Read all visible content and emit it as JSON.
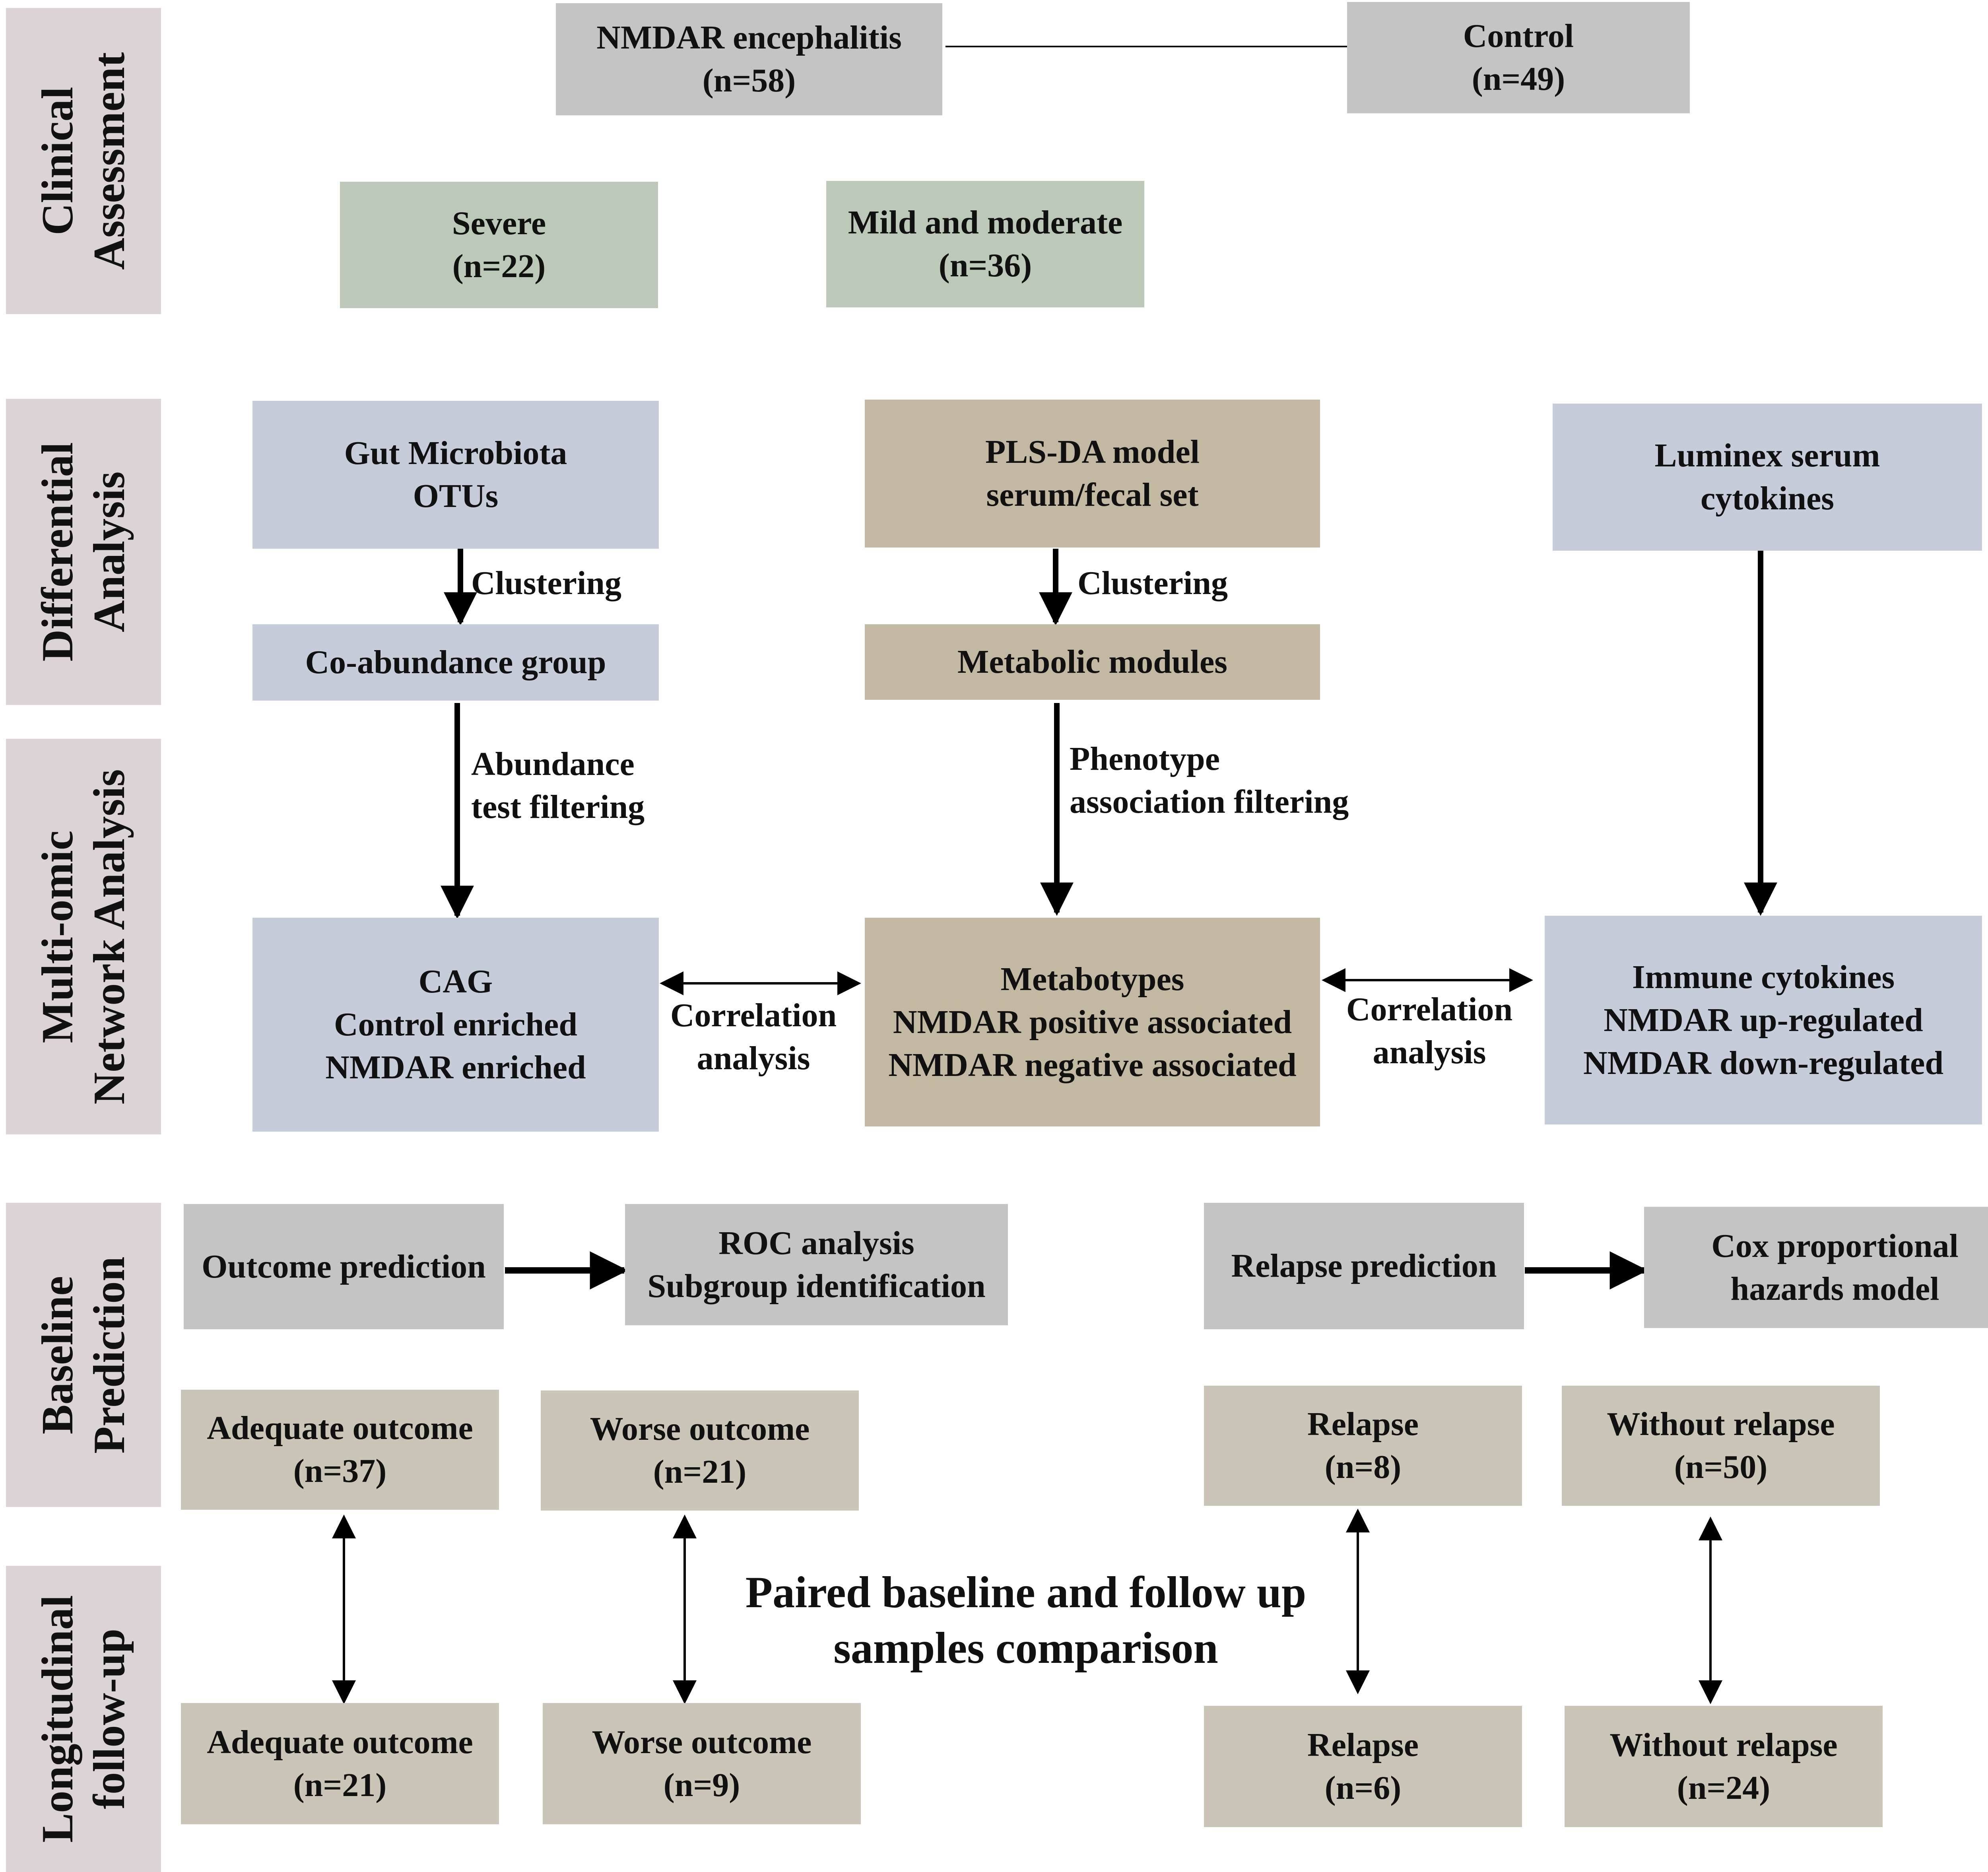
{
  "sections": {
    "clinical": [
      "Clinical",
      "Assessment"
    ],
    "differential": [
      "Differential",
      "Analysis"
    ],
    "multiomic": [
      "Multi-omic",
      "Network Analysis"
    ],
    "baseline": [
      "Baseline",
      "Prediction"
    ],
    "longitudinal": [
      "Longitudinal",
      "follow-up"
    ]
  },
  "clinical": {
    "nmdar": [
      "NMDAR encephalitis",
      "(n=58)"
    ],
    "control": [
      "Control",
      "(n=49)"
    ],
    "severe": [
      "Severe",
      "(n=22)"
    ],
    "mild": [
      "Mild and moderate",
      "(n=36)"
    ]
  },
  "differential": {
    "gut": [
      "Gut Microbiota",
      "OTUs"
    ],
    "plsda": [
      "PLS-DA model",
      "serum/fecal set"
    ],
    "luminex": [
      "Luminex serum",
      "cytokines"
    ],
    "clustering_left": "Clustering",
    "clustering_mid": "Clustering",
    "coabundance": "Co-abundance group",
    "metabolic": "Metabolic modules"
  },
  "multiomic": {
    "abundance_filter": [
      "Abundance",
      "test filtering"
    ],
    "phenotype_filter": [
      "Phenotype",
      "association filtering"
    ],
    "cag": [
      "CAG",
      "Control enriched",
      "NMDAR enriched"
    ],
    "metabotypes": [
      "Metabotypes",
      "NMDAR positive associated",
      "NMDAR negative associated"
    ],
    "immune": [
      "Immune cytokines",
      "NMDAR up-regulated",
      "NMDAR down-regulated"
    ],
    "corr_left": [
      "Correlation",
      "analysis"
    ],
    "corr_right": [
      "Correlation",
      "analysis"
    ]
  },
  "baseline": {
    "outcome_prediction": "Outcome prediction",
    "roc": [
      "ROC analysis",
      "Subgroup identification"
    ],
    "relapse_prediction": "Relapse prediction",
    "cox": [
      "Cox proportional",
      "hazards model"
    ],
    "adequate": [
      "Adequate outcome",
      "(n=37)"
    ],
    "worse": [
      "Worse outcome",
      "(n=21)"
    ],
    "relapse": [
      "Relapse",
      "(n=8)"
    ],
    "without_relapse": [
      "Without relapse",
      "(n=50)"
    ]
  },
  "longitudinal": {
    "paired": [
      "Paired baseline and follow up",
      "samples comparison"
    ],
    "adequate": [
      "Adequate outcome",
      "(n=21)"
    ],
    "worse": [
      "Worse outcome",
      "(n=9)"
    ],
    "relapse": [
      "Relapse",
      "(n=6)"
    ],
    "without_relapse": [
      "Without relapse",
      "(n=24)"
    ]
  },
  "colors": {
    "section_bg": "#dcd3d6",
    "grey_box": "#c4c4c4",
    "green_box": "#bcc8b8",
    "blue_box": "#c7ccda",
    "tan_box": "#c3b9a3",
    "beige_box": "#cbc5b8"
  }
}
